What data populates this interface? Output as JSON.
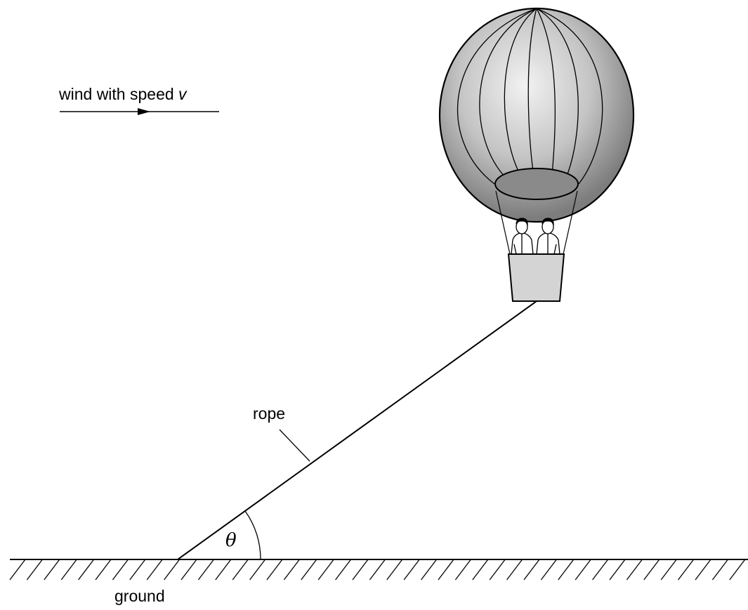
{
  "diagram": {
    "wind_label_text": "wind with speed ",
    "wind_label_var": "v",
    "rope_label": "rope",
    "ground_label": "ground",
    "angle_label": "θ"
  },
  "colors": {
    "ink": "#000000",
    "balloon_light": "#f2f2f2",
    "balloon_dark": "#7d7d7d",
    "opening_fill": "#8a8a8a",
    "basket_fill": "#d4d4d4"
  }
}
